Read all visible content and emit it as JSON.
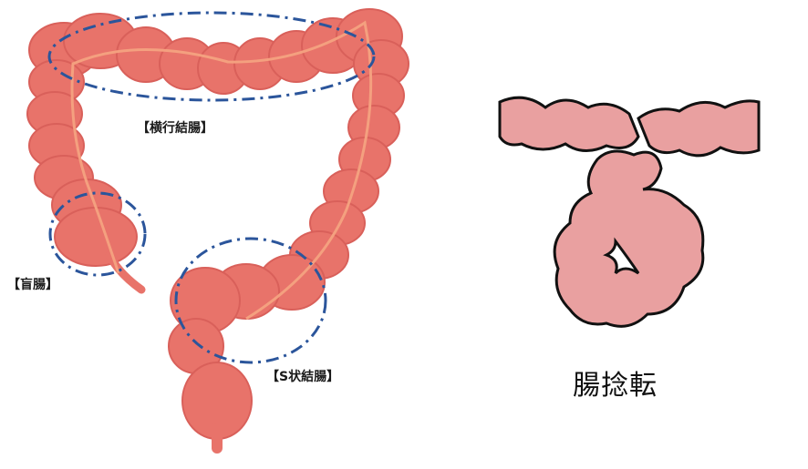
{
  "left_diagram": {
    "subject": "colon",
    "labels": {
      "transverse_colon": "【横行結腸】",
      "cecum": "【盲腸】",
      "sigmoid_colon": "【S状結腸】"
    },
    "colors": {
      "colon_fill": "#e8736a",
      "colon_shadow": "#d9605a",
      "colon_stripe": "#f4a07f",
      "highlight_outline": "#2b559b"
    }
  },
  "right_diagram": {
    "subject": "volvulus",
    "title": "腸捻転",
    "colors": {
      "intestine_fill": "#e9a0a0",
      "outline": "#111111"
    }
  }
}
